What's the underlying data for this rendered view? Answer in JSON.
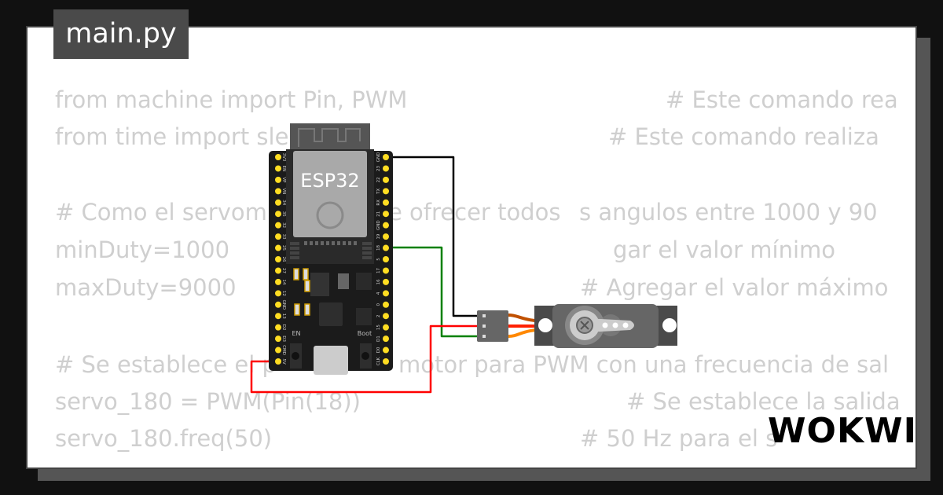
{
  "tab": {
    "filename": "main.py"
  },
  "code_lines": [
    {
      "left": "from machine import Pin, PWM",
      "right": "# Este comando rea"
    },
    {
      "left": "from time import sle",
      "right": "# Este comando realiza"
    },
    {
      "left": "# Como el servom",
      "mid": "e ofrecer todos",
      "right": "s angulos entre 1000 y 90"
    },
    {
      "left": "minDuty=1000",
      "right": "gar el valor mínimo"
    },
    {
      "left": "maxDuty=9000",
      "right": "# Agregar el valor máximo"
    },
    {
      "left": "# Se establece el p",
      "right": "motor para PWM con una frecuencia de sal"
    },
    {
      "left": "servo_180 = PWM(Pin(18))",
      "right": "# Se establece la salida"
    },
    {
      "left": "servo_180.freq(50)",
      "right": "# 50 Hz para el s"
    }
  ],
  "board": {
    "chip_label": "ESP32",
    "en_label": "EN",
    "boot_label": "Boot",
    "left_pins": [
      "3V3",
      "EN",
      "VP",
      "VN",
      "34",
      "35",
      "32",
      "33",
      "25",
      "26",
      "27",
      "14",
      "12",
      "GND",
      "13",
      "D2",
      "D3",
      "CMD",
      "5V"
    ],
    "right_pins": [
      "GND",
      "23",
      "22",
      "TX",
      "RX",
      "21",
      "GND",
      "19",
      "18",
      "5",
      "17",
      "16",
      "4",
      "0",
      "2",
      "15",
      "D1",
      "D0",
      "CLK"
    ]
  },
  "wires": {
    "gnd": "#000000",
    "signal": "#008000",
    "power": "#ff0000"
  },
  "servo_wires": [
    "#c05000",
    "#ff2000",
    "#ff8800"
  ],
  "logo": "WOKWI"
}
